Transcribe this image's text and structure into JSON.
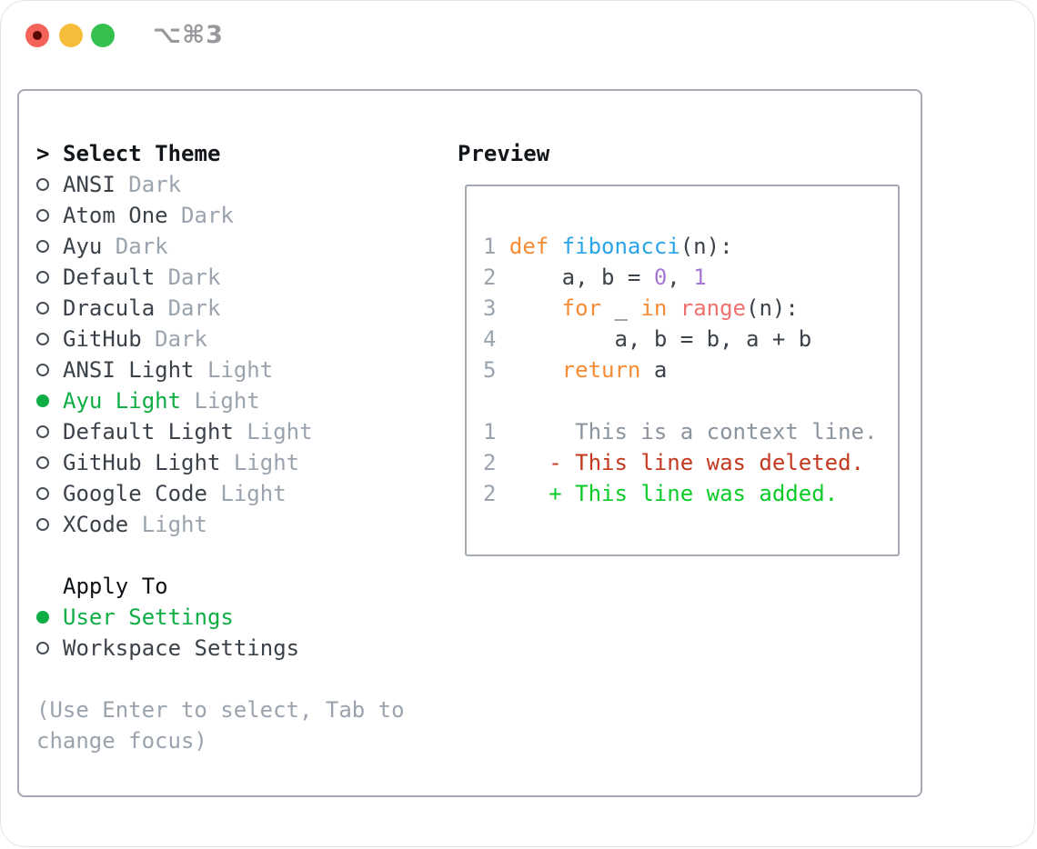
{
  "window": {
    "title": "⌥⌘3"
  },
  "colors": {
    "accent_green": "#0eae44",
    "diff_added": "#0bcb29",
    "diff_deleted": "#c4381e",
    "keyword_orange": "#f78c35",
    "function_blue": "#2aa4e8",
    "number_purple": "#a678d4",
    "builtin_coral": "#f0716d",
    "text_dark": "#3c424a",
    "muted_gray": "#9aa3ae",
    "context_gray": "#8b949e",
    "border_gray": "#a3aab4",
    "heading_black": "#121519",
    "titlebar_gray": "#98989d",
    "traffic_red": "#f4635a",
    "traffic_yellow": "#f6bd3a",
    "traffic_green": "#36c14f"
  },
  "theme_list": {
    "cursor": ">",
    "heading": "Select Theme",
    "items": [
      {
        "name": "ANSI",
        "variant": "Dark",
        "selected": false
      },
      {
        "name": "Atom One",
        "variant": "Dark",
        "selected": false
      },
      {
        "name": "Ayu",
        "variant": "Dark",
        "selected": false
      },
      {
        "name": "Default",
        "variant": "Dark",
        "selected": false
      },
      {
        "name": "Dracula",
        "variant": "Dark",
        "selected": false
      },
      {
        "name": "GitHub",
        "variant": "Dark",
        "selected": false
      },
      {
        "name": "ANSI Light",
        "variant": "Light",
        "selected": false
      },
      {
        "name": "Ayu Light",
        "variant": "Light",
        "selected": true
      },
      {
        "name": "Default Light",
        "variant": "Light",
        "selected": false
      },
      {
        "name": "GitHub Light",
        "variant": "Light",
        "selected": false
      },
      {
        "name": "Google Code",
        "variant": "Light",
        "selected": false
      },
      {
        "name": "XCode",
        "variant": "Light",
        "selected": false
      }
    ]
  },
  "apply_to": {
    "heading": "Apply To",
    "options": [
      {
        "label": "User Settings",
        "selected": true
      },
      {
        "label": "Workspace Settings",
        "selected": false
      }
    ]
  },
  "hint": "(Use Enter to select, Tab to change focus)",
  "preview": {
    "heading": "Preview",
    "code": [
      {
        "num": "1",
        "segs": [
          [
            "def",
            "kw"
          ],
          [
            " ",
            ""
          ],
          [
            "fibonacci",
            "fn"
          ],
          [
            "(n):",
            ""
          ]
        ]
      },
      {
        "num": "2",
        "segs": [
          [
            "    a, b = ",
            ""
          ],
          [
            "0",
            "num"
          ],
          [
            ", ",
            ""
          ],
          [
            "1",
            "num"
          ]
        ]
      },
      {
        "num": "3",
        "segs": [
          [
            "    ",
            ""
          ],
          [
            "for",
            "kw"
          ],
          [
            " _ ",
            ""
          ],
          [
            "in",
            "kw"
          ],
          [
            " ",
            ""
          ],
          [
            "range",
            "coral"
          ],
          [
            "(n):",
            ""
          ]
        ]
      },
      {
        "num": "4",
        "segs": [
          [
            "        a, b = b, a + b",
            ""
          ]
        ]
      },
      {
        "num": "5",
        "segs": [
          [
            "    ",
            ""
          ],
          [
            "return",
            "kw"
          ],
          [
            " a",
            ""
          ]
        ]
      },
      {
        "num": "",
        "segs": []
      },
      {
        "num": "1",
        "segs": [
          [
            "     This is a context line.",
            "ctx"
          ]
        ]
      },
      {
        "num": "2",
        "segs": [
          [
            "   - This line was deleted.",
            "del"
          ]
        ]
      },
      {
        "num": "2",
        "segs": [
          [
            "   + This line was added.",
            "add"
          ]
        ]
      }
    ]
  }
}
